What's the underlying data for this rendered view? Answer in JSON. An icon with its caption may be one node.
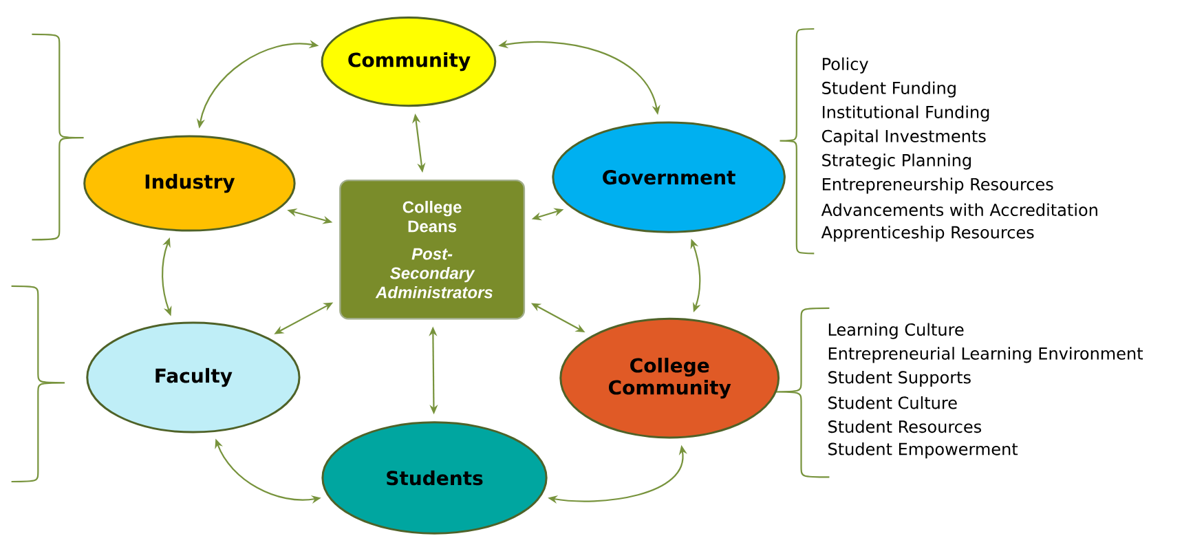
{
  "diagram": {
    "nodes": [
      {
        "text": [
          "Community"
        ]
      },
      {
        "text": [
          "Industry"
        ]
      },
      {
        "text": [
          "Government"
        ]
      },
      {
        "text": [
          "College Deans",
          "Post-Secondary Administrators"
        ]
      },
      {
        "text": [
          "Faculty"
        ]
      },
      {
        "text": [
          "College Community"
        ]
      },
      {
        "text": [
          "Students"
        ]
      }
    ],
    "edges": [
      {
        "from": 0,
        "to": 1,
        "arrow": "both"
      },
      {
        "from": 0,
        "to": 2,
        "arrow": "both"
      },
      {
        "from": 0,
        "to": 3,
        "arrow": "both"
      },
      {
        "from": 1,
        "to": 3,
        "arrow": "both"
      },
      {
        "from": 2,
        "to": 3,
        "arrow": "both"
      },
      {
        "from": 2,
        "to": 5,
        "arrow": "both"
      },
      {
        "from": 1,
        "to": 4,
        "arrow": "both"
      },
      {
        "from": 4,
        "to": 3,
        "arrow": "both"
      },
      {
        "from": 5,
        "to": 3,
        "arrow": "both"
      },
      {
        "from": 3,
        "to": 6,
        "arrow": "both"
      },
      {
        "from": 4,
        "to": 6,
        "arrow": "both"
      },
      {
        "from": 6,
        "to": 5,
        "arrow": "both"
      }
    ],
    "labels": [
      "Policy",
      "Student Funding",
      "Institutional Funding",
      "Capital Investments",
      "Strategic Planning",
      "Entrepreneurship Resources",
      "Advancements with Accreditation",
      "Apprenticeship Resources",
      "Learning Culture",
      "Entrepreneurial Learning Environment",
      "Student Supports",
      "Student Culture",
      "Student Resources",
      "Student Empowerment"
    ]
  }
}
